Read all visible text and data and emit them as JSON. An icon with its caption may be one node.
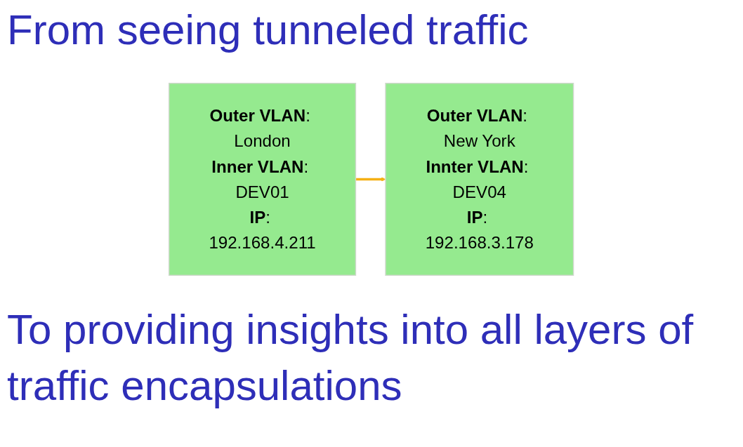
{
  "diagram": {
    "title": "From seeing tunneled traffic",
    "nodes": [
      {
        "text": [
          "**Outer VLAN**: London",
          "**Inner VLAN**: DEV01",
          "**IP**: 192.168.4.211"
        ]
      },
      {
        "text": [
          "**Outer VLAN**: New York",
          "**Innter VLAN**: DEV04",
          "**IP**: 192.168.3.178"
        ]
      }
    ],
    "edges": [
      {
        "from": 0,
        "to": 1,
        "arrow": "to",
        "color": "#f5b014"
      }
    ],
    "caption": "To providing insights into all layers of traffic encapsulations"
  }
}
